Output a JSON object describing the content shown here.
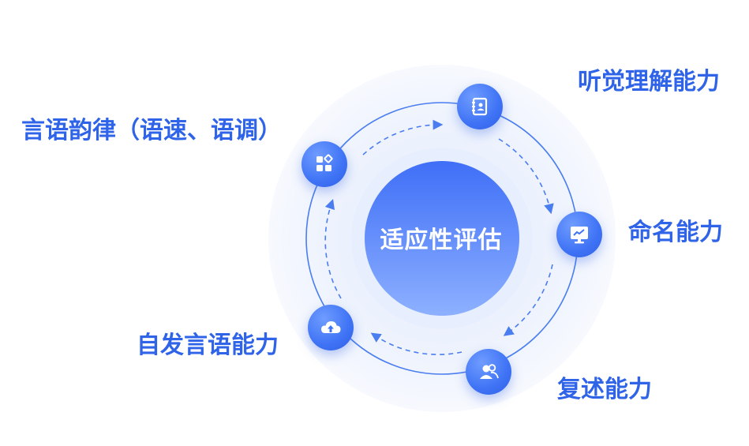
{
  "center": {
    "label": "适应性评估"
  },
  "abilities": [
    {
      "label": "听觉理解能力",
      "icon": "contact-book-icon"
    },
    {
      "label": "命名能力",
      "icon": "monitor-chart-icon"
    },
    {
      "label": "复述能力",
      "icon": "users-icon"
    },
    {
      "label": "自发言语能力",
      "icon": "cloud-upload-icon"
    },
    {
      "label": "言语韵律（语速、语调）",
      "icon": "app-grid-icon"
    }
  ],
  "colors": {
    "accent": "#3f73f5",
    "label": "#2f64e8",
    "ring": "#4a7df0",
    "halo": "#eef3fd"
  }
}
